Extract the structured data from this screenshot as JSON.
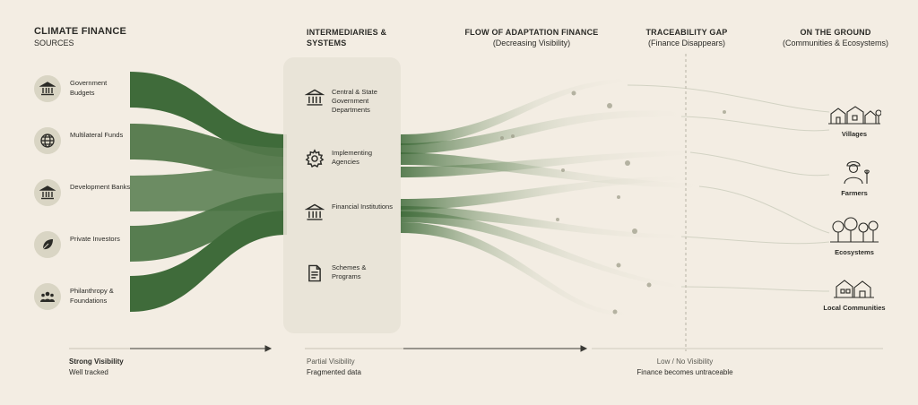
{
  "headers": {
    "sources": {
      "title": "CLIMATE FINANCE",
      "subtitle": "SOURCES"
    },
    "intermediaries": {
      "title": "INTERMEDIARIES &",
      "subtitle": "SYSTEMS"
    },
    "flow": {
      "title": "FLOW OF ADAPTATION FINANCE",
      "subtitle": "(Decreasing Visibility)"
    },
    "gap": {
      "title": "TRACEABILITY GAP",
      "subtitle": "(Finance Disappears)"
    },
    "ground": {
      "title": "ON THE GROUND",
      "subtitle": "(Communities & Ecosystems)"
    }
  },
  "sources": [
    {
      "label": "Government Budgets",
      "icon": "bank-icon"
    },
    {
      "label": "Multilateral Funds",
      "icon": "globe-icon"
    },
    {
      "label": "Development Banks",
      "icon": "bank-icon"
    },
    {
      "label": "Private Investors",
      "icon": "leaf-icon"
    },
    {
      "label": "Philanthropy & Foundations",
      "icon": "people-icon"
    }
  ],
  "intermediaries": [
    {
      "label": "Central & State Government Departments",
      "icon": "bank-icon"
    },
    {
      "label": "Implementing Agencies",
      "icon": "gear-icon"
    },
    {
      "label": "Financial Institutions",
      "icon": "bank-icon"
    },
    {
      "label": "Schemes & Programs",
      "icon": "document-icon"
    }
  ],
  "destinations": [
    {
      "label": "Villages",
      "icon": "village-icon"
    },
    {
      "label": "Farmers",
      "icon": "farmer-icon"
    },
    {
      "label": "Ecosystems",
      "icon": "trees-icon"
    },
    {
      "label": "Local Communities",
      "icon": "houses-icon"
    }
  ],
  "visibility": [
    {
      "level": "Strong Visibility",
      "note": "Well tracked"
    },
    {
      "level": "Partial Visibility",
      "note": "Fragmented data"
    },
    {
      "level": "Low / No Visibility",
      "note": "Finance becomes untraceable"
    }
  ],
  "colors": {
    "background": "#f3ede3",
    "flow_green": "#3f6b3a",
    "panel": "#e8e2d6",
    "icon_circle": "#d9d5c4"
  }
}
